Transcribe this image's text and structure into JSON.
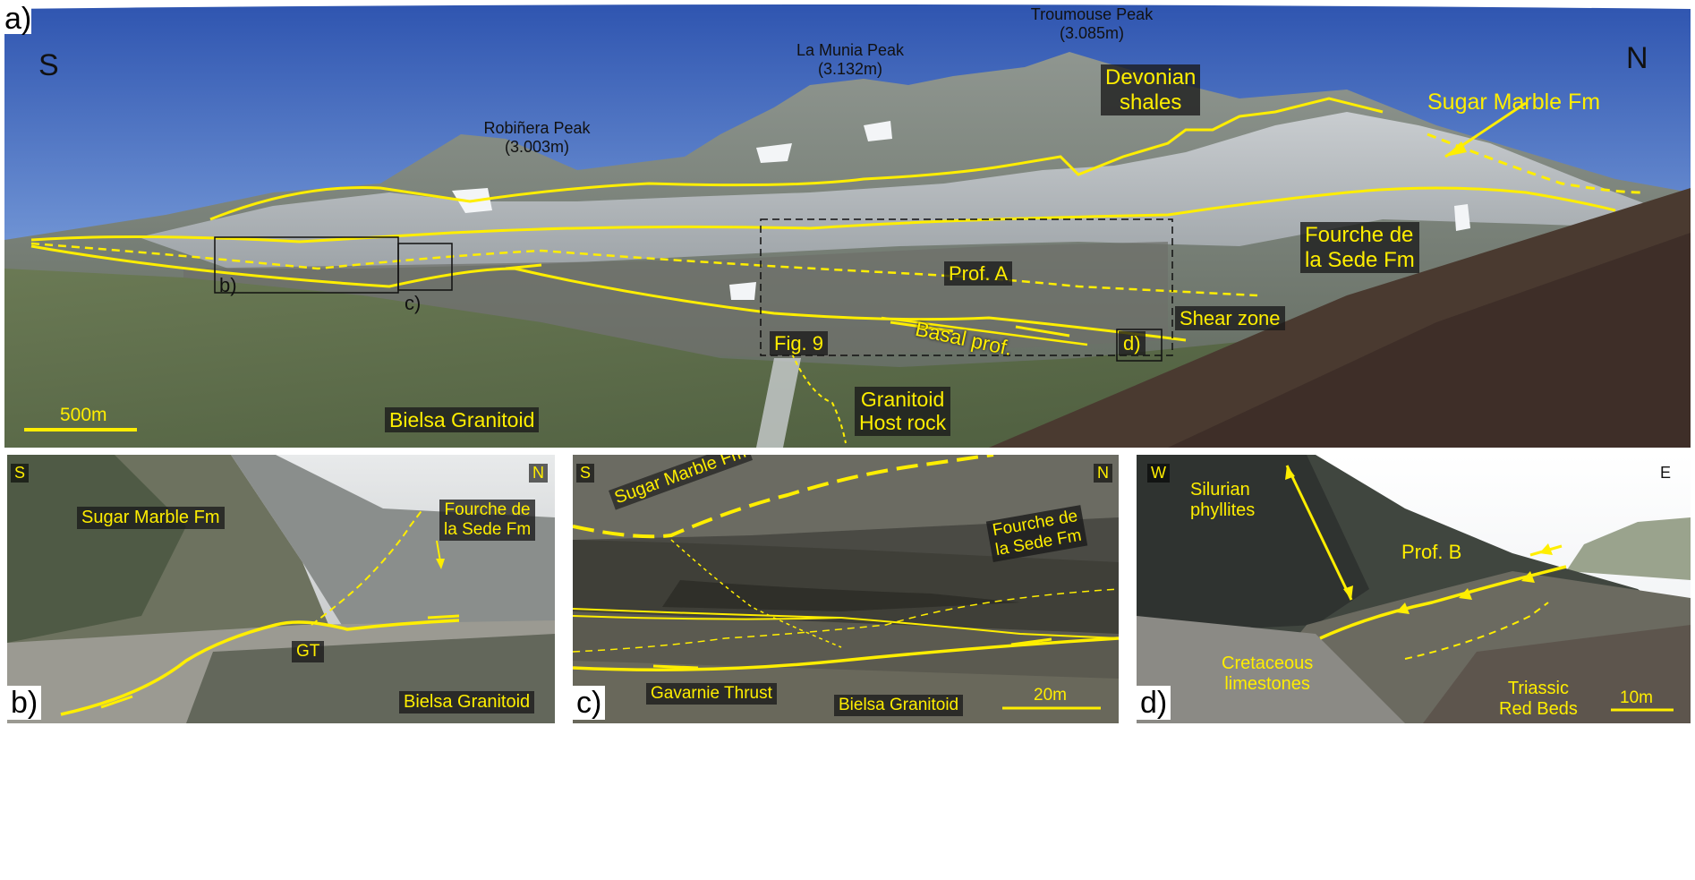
{
  "panel_a": {
    "letter": "a)",
    "compass_left": "S",
    "compass_right": "N",
    "peaks": [
      {
        "name": "Robiñera Peak",
        "elevation": "(3.003m)"
      },
      {
        "name": "La Munia Peak",
        "elevation": "(3.132m)"
      },
      {
        "name": "Troumouse Peak",
        "elevation": "(3.085m)"
      }
    ],
    "labels": {
      "devonian": "Devonian\nshales",
      "sugar_marble": "Sugar Marble Fm",
      "fourche": "Fourche de\nla Sede Fm",
      "prof_a": "Prof. A",
      "shear_zone": "Shear zone",
      "basal_prof": "Basal prof.",
      "fig9": "Fig. 9",
      "granitoid_host": "Granitoid\nHost rock",
      "bielsa": "Bielsa Granitoid",
      "scale": "500m",
      "box_b": "b)",
      "box_c": "c)",
      "box_d": "d)"
    }
  },
  "panel_b": {
    "letter": "b)",
    "compass_left": "S",
    "compass_right": "N",
    "labels": {
      "sugar_marble": "Sugar Marble Fm",
      "fourche": "Fourche de\nla Sede Fm",
      "gt": "GT",
      "bielsa": "Bielsa Granitoid"
    }
  },
  "panel_c": {
    "letter": "c)",
    "compass_left": "S",
    "compass_right": "N",
    "labels": {
      "sugar_marble": "Sugar Marble Fm",
      "fourche": "Fourche de\nla Sede Fm",
      "gavarnie": "Gavarnie Thrust",
      "bielsa": "Bielsa Granitoid",
      "scale": "20m"
    }
  },
  "panel_d": {
    "letter": "d)",
    "compass_left": "W",
    "compass_right": "E",
    "labels": {
      "silurian": "Silurian\nphyllites",
      "prof_b": "Prof. B",
      "cretaceous": "Cretaceous\nlimestones",
      "triassic": "Triassic\nRed Beds",
      "scale": "10m"
    }
  },
  "colors": {
    "annotation": "#ffee00",
    "sky": "#3a63b8",
    "label_box": "#1e1e1e"
  }
}
